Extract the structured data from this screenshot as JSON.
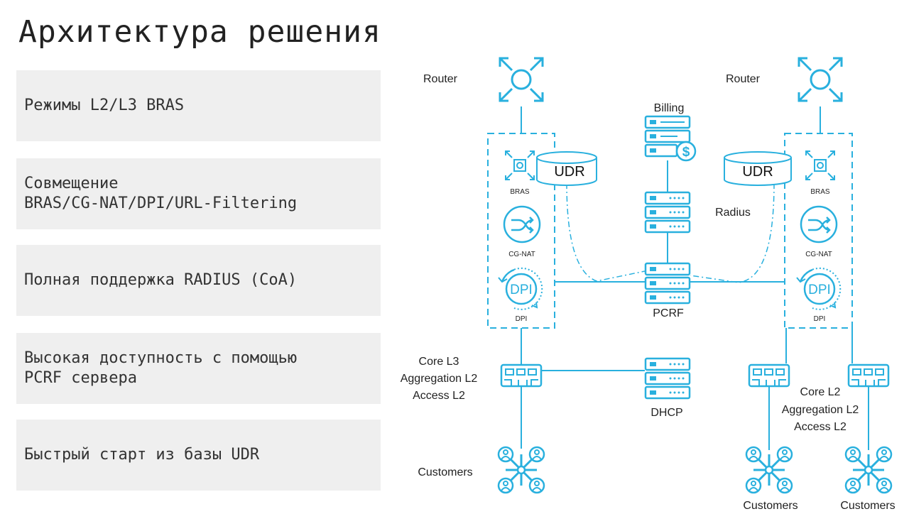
{
  "title": "Архитектура решения",
  "features": [
    "Режимы L2/L3 BRAS",
    "Совмещение\nBRAS/CG-NAT/DPI/URL-Filtering",
    "Полная поддержка RADIUS (CoA)",
    "Высокая доступность с помощью\nPCRF сервера",
    "Быстрый старт из базы UDR"
  ],
  "diagram": {
    "accent_color": "#29b0de",
    "router_left": "Router",
    "router_right": "Router",
    "billing": "Billing",
    "radius": "Radius",
    "pcrf": "PCRF",
    "dhcp": "DHCP",
    "udr_left": "UDR",
    "udr_right": "UDR",
    "bras_left": "BRAS",
    "bras_right": "BRAS",
    "cgnat_left": "CG-NAT",
    "cgnat_right": "CG-NAT",
    "dpi_left": "DPI",
    "dpi_right": "DPI",
    "dpi_icon_text": "DPI",
    "core_left": [
      "Core L3",
      "Aggregation L2",
      "Access L2"
    ],
    "core_right": [
      "Core L2",
      "Aggregation L2",
      "Access L2"
    ],
    "customers_left": "Customers",
    "customers_right_1": "Customers",
    "customers_right_2": "Customers"
  }
}
